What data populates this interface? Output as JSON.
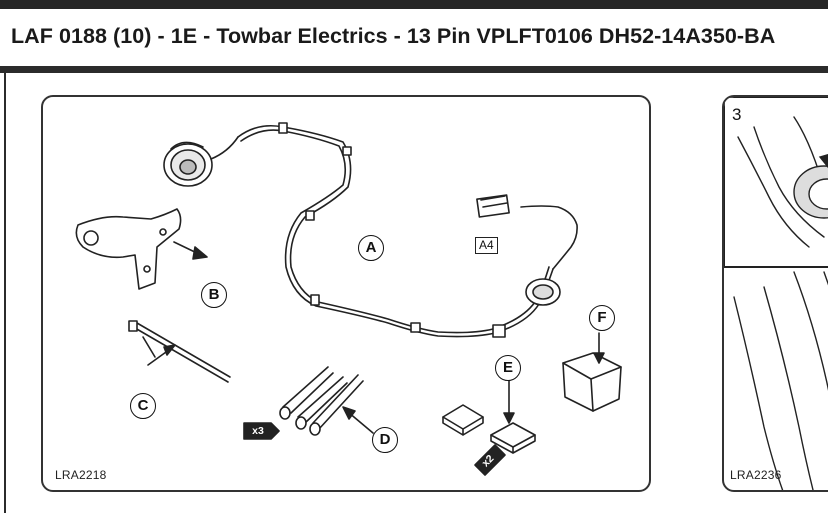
{
  "document": {
    "title": "LAF 0188 (10) - 1E - Towbar Electrics - 13 Pin VPLFT0106 DH52-14A350-BA"
  },
  "figures": [
    {
      "ref": "LRA2218",
      "callouts": [
        "A",
        "B",
        "C",
        "D",
        "E",
        "F"
      ],
      "connector_label": "A4",
      "quantities": {
        "bolts": "x3",
        "fuses": "x2"
      }
    },
    {
      "ref": "LRA2236",
      "step_number": "3"
    }
  ],
  "colors": {
    "ink": "#222222",
    "bar": "#2b2b2b"
  }
}
